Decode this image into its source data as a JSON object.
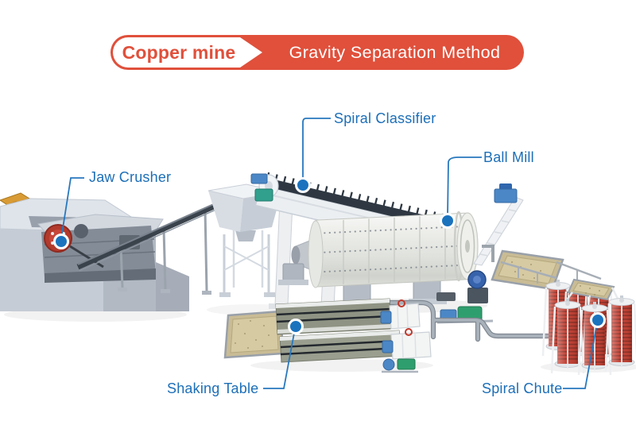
{
  "header": {
    "tag": "Copper mine",
    "title": "Gravity Separation Method",
    "accent_color": "#E0503B",
    "title_text_color": "#FFFFFF"
  },
  "diagram": {
    "label_color": "#1C6FB8",
    "marker_color": "#1B73BE",
    "labels": [
      {
        "id": "jaw-crusher",
        "text": "Jaw Crusher"
      },
      {
        "id": "spiral-classifier",
        "text": "Spiral Classifier"
      },
      {
        "id": "ball-mill",
        "text": "Ball Mill"
      },
      {
        "id": "shaking-table",
        "text": "Shaking Table"
      },
      {
        "id": "spiral-chute",
        "text": "Spiral Chute"
      }
    ]
  }
}
